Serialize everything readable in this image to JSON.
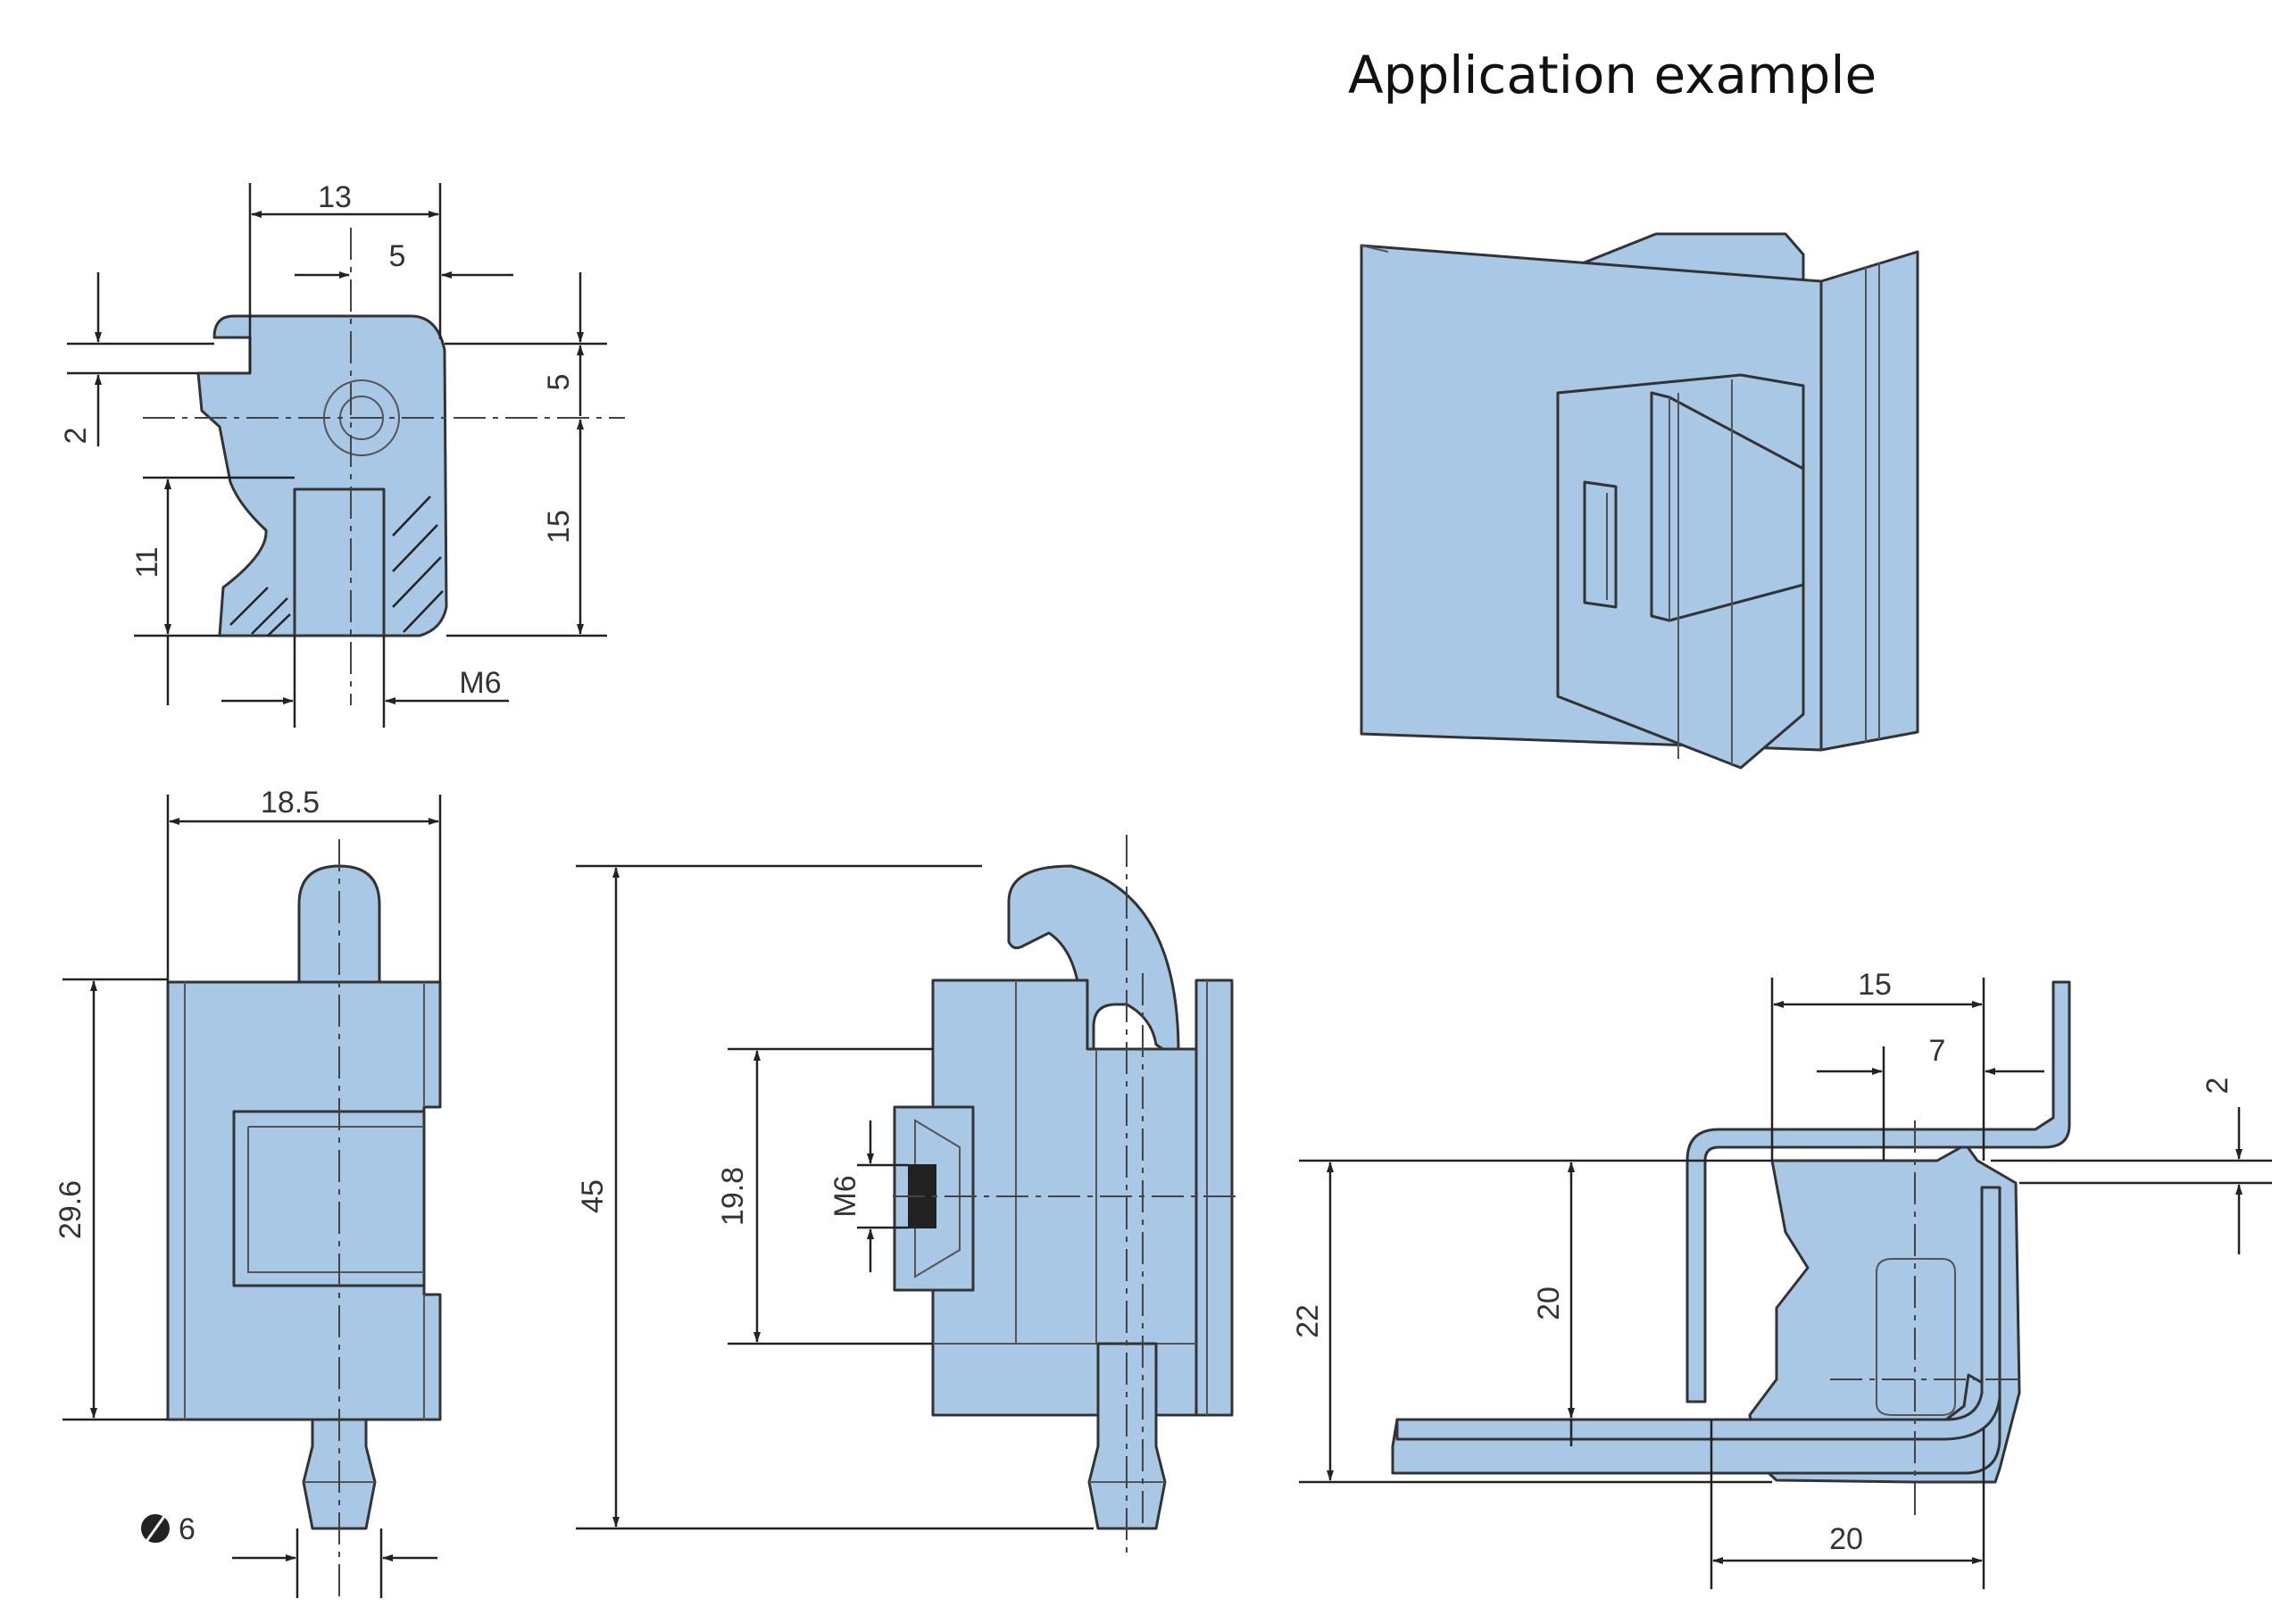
{
  "title": "Application example",
  "dimensions": {
    "top_width": "13",
    "top_offset": "5",
    "top_left_height": "2",
    "top_right_upper": "5",
    "top_right_lower": "15",
    "top_thread_depth": "11",
    "top_thread": "M6",
    "front_width": "18.5",
    "front_height": "29.6",
    "pin_diameter": "6",
    "side_height": "45",
    "side_inner": "19.8",
    "side_thread": "M6",
    "install_top_width": "15",
    "install_offset": "7",
    "install_sheet": "2",
    "install_outer_height": "22",
    "install_inner_height": "20",
    "install_bottom_width": "20"
  },
  "colors": {
    "part_fill": "#a8c8e6",
    "outline": "#333333",
    "dimension_line": "#222222"
  }
}
